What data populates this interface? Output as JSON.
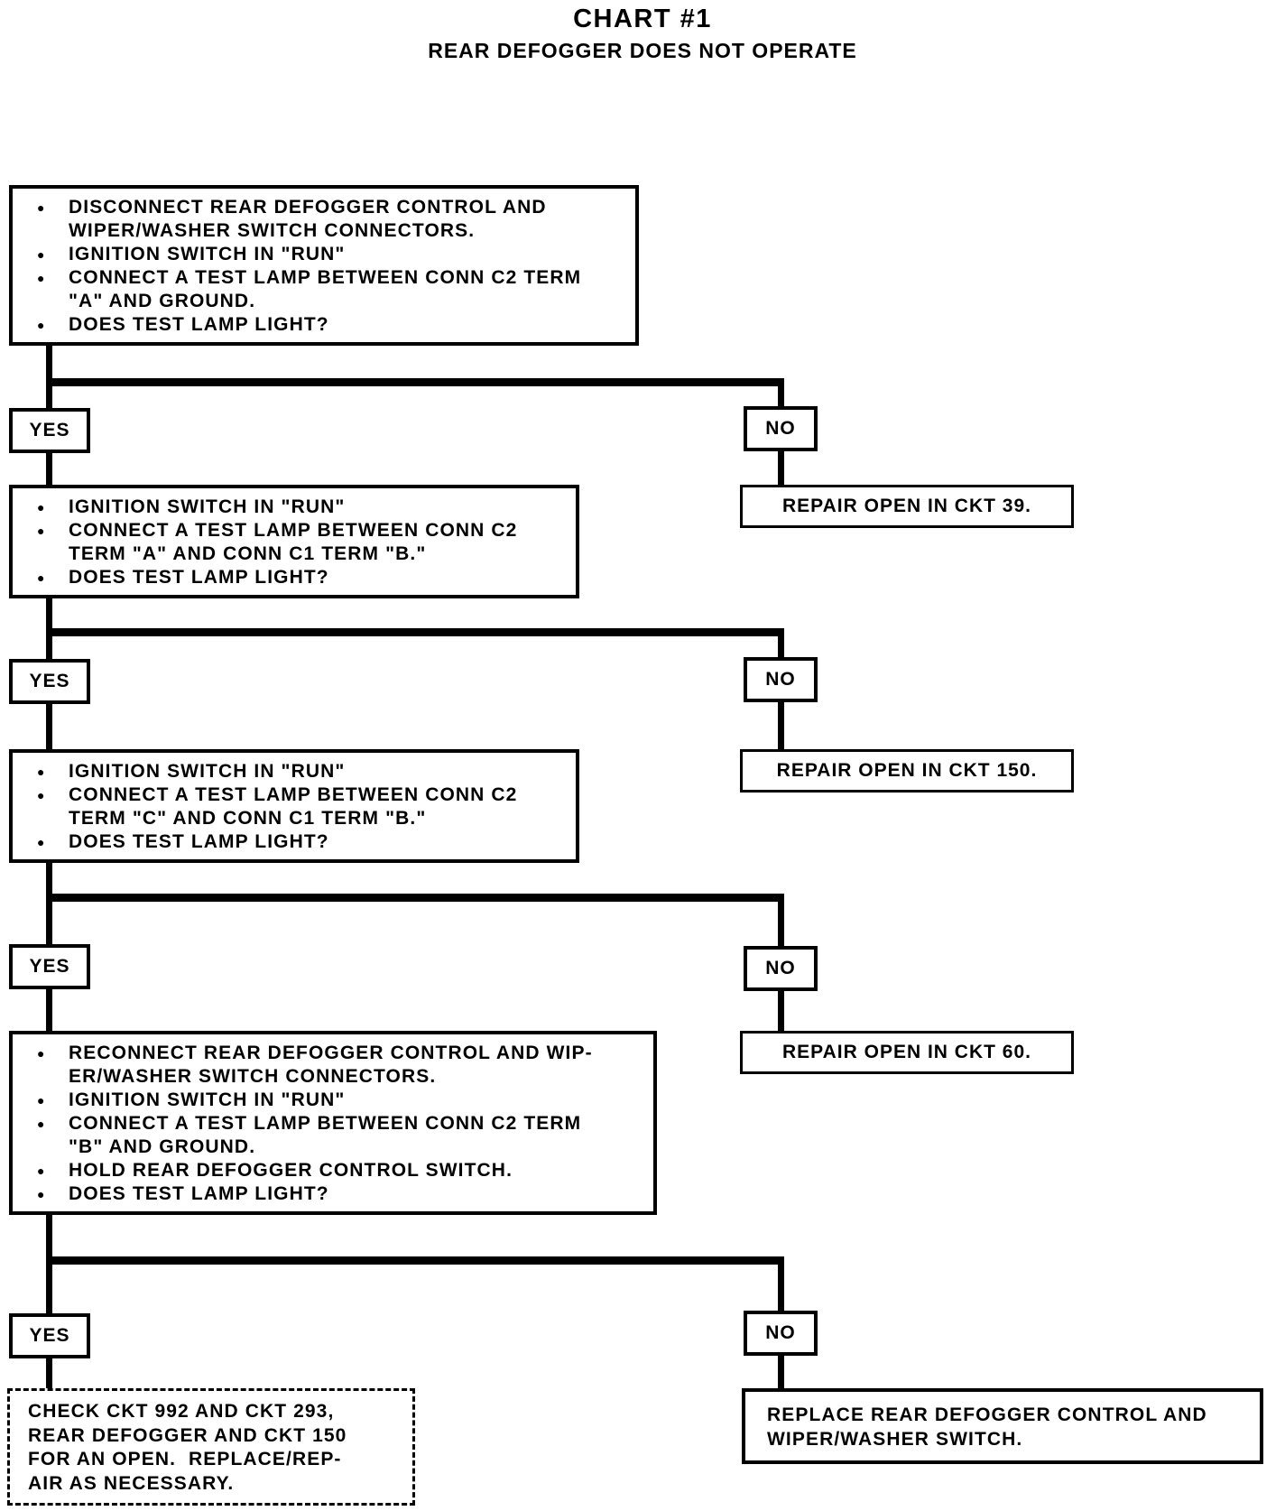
{
  "title": "CHART #1",
  "subtitle": "REAR DEFOGGER DOES NOT OPERATE",
  "bullet_glyph": "●",
  "decision_labels": {
    "yes": "YES",
    "no": "NO"
  },
  "steps": [
    {
      "lines": [
        {
          "b": true,
          "text": "DISCONNECT REAR DEFOGGER CONTROL AND"
        },
        {
          "b": false,
          "text": "WIPER/WASHER SWITCH CONNECTORS."
        },
        {
          "b": true,
          "text": "IGNITION SWITCH IN \"RUN\""
        },
        {
          "b": true,
          "text": "CONNECT A TEST LAMP BETWEEN CONN C2 TERM"
        },
        {
          "b": false,
          "text": "\"A\" AND GROUND."
        },
        {
          "b": true,
          "text": "DOES TEST LAMP LIGHT?"
        }
      ]
    },
    {
      "lines": [
        {
          "b": true,
          "text": "IGNITION SWITCH IN \"RUN\""
        },
        {
          "b": true,
          "text": "CONNECT A TEST LAMP BETWEEN CONN C2"
        },
        {
          "b": false,
          "text": "TERM \"A\" AND CONN C1 TERM \"B.\""
        },
        {
          "b": true,
          "text": "DOES TEST LAMP LIGHT?"
        }
      ]
    },
    {
      "lines": [
        {
          "b": true,
          "text": "IGNITION SWITCH IN \"RUN\""
        },
        {
          "b": true,
          "text": "CONNECT A TEST LAMP BETWEEN CONN C2"
        },
        {
          "b": false,
          "text": "TERM \"C\" AND CONN C1 TERM \"B.\""
        },
        {
          "b": true,
          "text": "DOES TEST LAMP LIGHT?"
        }
      ]
    },
    {
      "lines": [
        {
          "b": true,
          "text": "RECONNECT REAR DEFOGGER CONTROL AND WIP-"
        },
        {
          "b": false,
          "text": "ER/WASHER SWITCH CONNECTORS."
        },
        {
          "b": true,
          "text": "IGNITION SWITCH IN \"RUN\""
        },
        {
          "b": true,
          "text": "CONNECT A TEST LAMP BETWEEN CONN C2 TERM"
        },
        {
          "b": false,
          "text": "\"B\" AND GROUND."
        },
        {
          "b": true,
          "text": "HOLD REAR DEFOGGER CONTROL SWITCH."
        },
        {
          "b": true,
          "text": "DOES TEST LAMP LIGHT?"
        }
      ]
    }
  ],
  "outcomes": {
    "repair_ckt_39": "REPAIR OPEN IN CKT 39.",
    "repair_ckt_150": "REPAIR OPEN IN CKT 150.",
    "repair_ckt_60": "REPAIR OPEN IN CKT 60.",
    "replace_control": {
      "lines": [
        "REPLACE REAR DEFOGGER CONTROL AND",
        "WIPER/WASHER SWITCH."
      ]
    },
    "check_circuits": {
      "lines": [
        "CHECK CKT 992 AND CKT 293,",
        "REAR DEFOGGER AND CKT 150",
        "FOR AN OPEN.  REPLACE/REP-",
        "AIR AS NECESSARY."
      ]
    }
  }
}
